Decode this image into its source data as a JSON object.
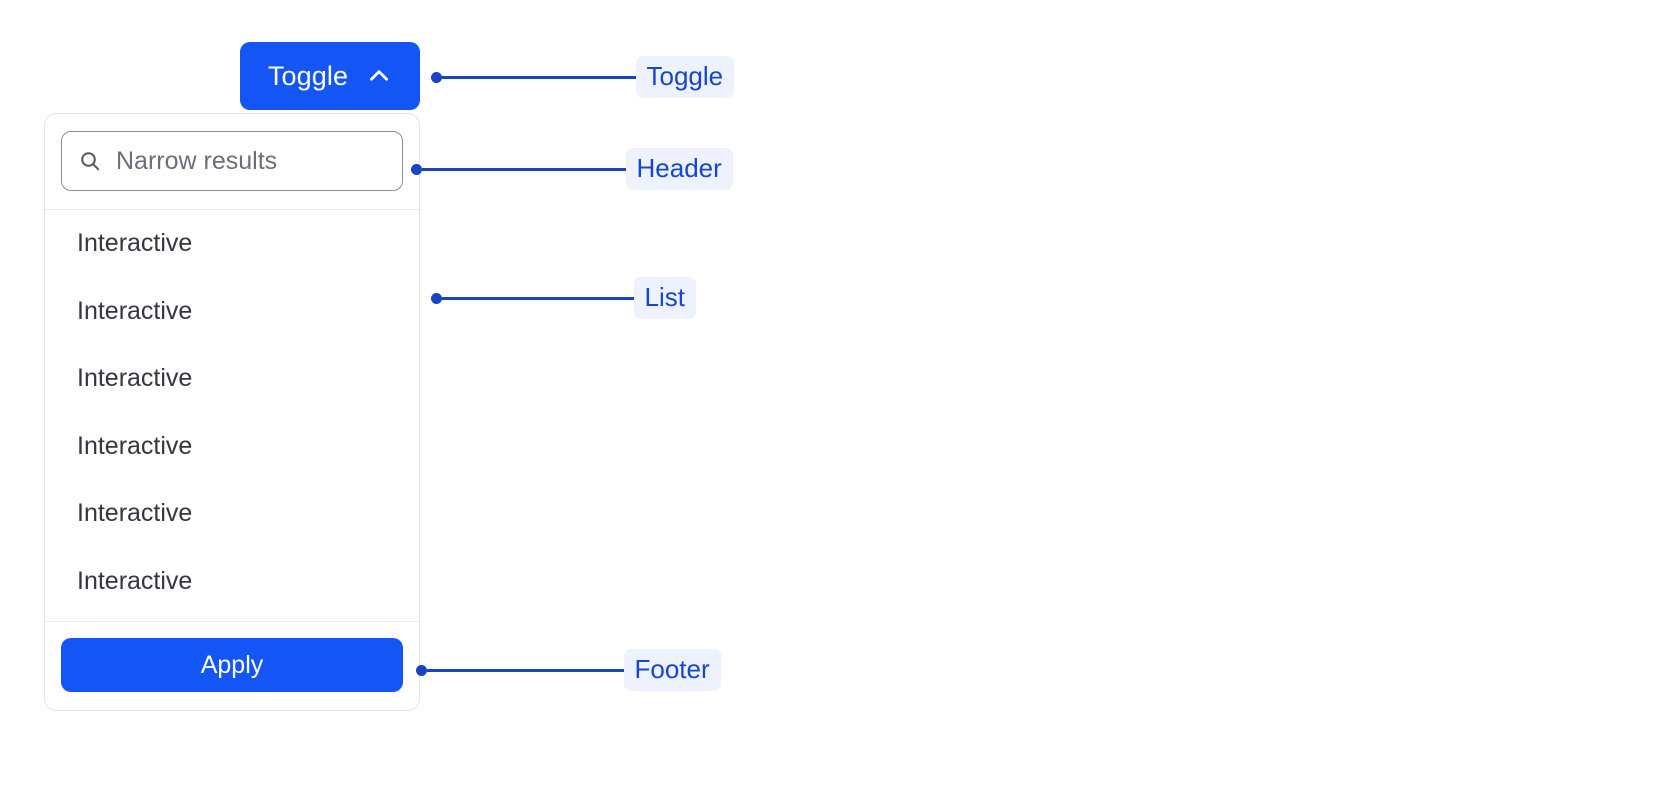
{
  "toggle": {
    "label": "Toggle",
    "icon": "chevron-up-icon",
    "expanded": true,
    "background_color": "#1355f5",
    "text_color": "#ffffff"
  },
  "dropdown": {
    "header": {
      "search": {
        "icon": "search-icon",
        "placeholder": "Narrow results",
        "value": ""
      }
    },
    "list": {
      "items": [
        {
          "label": "Interactive"
        },
        {
          "label": "Interactive"
        },
        {
          "label": "Interactive"
        },
        {
          "label": "Interactive"
        },
        {
          "label": "Interactive"
        },
        {
          "label": "Interactive"
        }
      ]
    },
    "footer": {
      "apply_label": "Apply",
      "apply_background_color": "#1355f5",
      "apply_text_color": "#ffffff"
    },
    "border_color": "#e2e4e8",
    "background_color": "#ffffff"
  },
  "annotations": {
    "accent_color": "#1546cf",
    "pill_background": "#edf2fe",
    "items": [
      {
        "id": "toggle",
        "label": "Toggle"
      },
      {
        "id": "header",
        "label": "Header"
      },
      {
        "id": "list",
        "label": "List"
      },
      {
        "id": "footer",
        "label": "Footer"
      }
    ]
  }
}
